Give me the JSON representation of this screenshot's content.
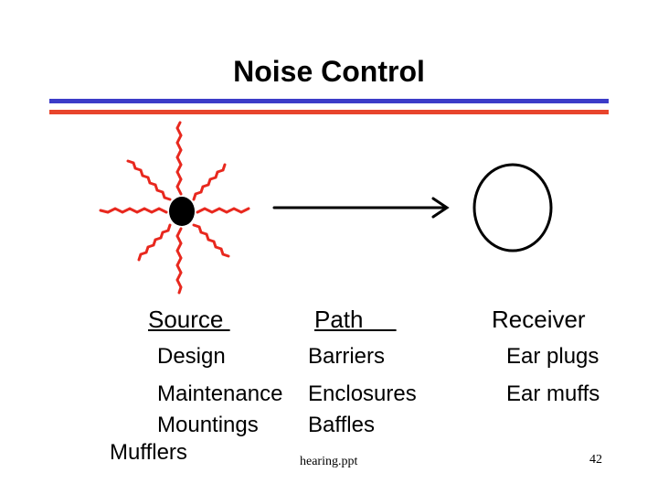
{
  "title": "Noise Control",
  "accent_colors": {
    "top_rule": "#3c3cc8",
    "bottom_rule": "#e8452c",
    "rays": "#e8281e"
  },
  "diagram": {
    "source_icon": "noise-source-starburst-icon",
    "arrow_icon": "path-arrow-icon",
    "receiver_icon": "receiver-circle-icon"
  },
  "columns": {
    "source": {
      "header": "Source ",
      "items": [
        "Design",
        "Maintenance",
        "Mountings",
        "Mufflers"
      ]
    },
    "path": {
      "header": "Path     ",
      "items": [
        "Barriers",
        "Enclosures",
        "Baffles"
      ]
    },
    "receiver": {
      "header": "Receiver",
      "items": [
        "Ear plugs",
        "Ear muffs"
      ]
    }
  },
  "footer": {
    "filename": "hearing.ppt",
    "page_number": "42"
  }
}
